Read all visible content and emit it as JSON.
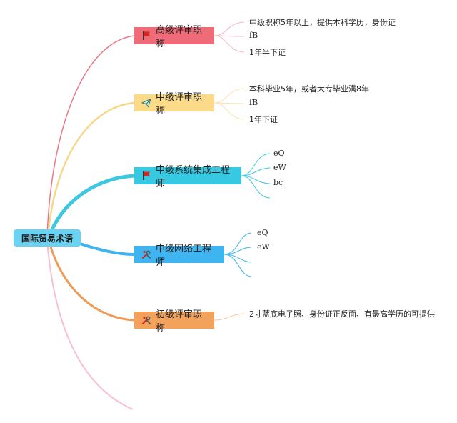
{
  "root": {
    "label": "国际贸易术语",
    "color": "#6ad3f3"
  },
  "branches": [
    {
      "label": "高级评审职称",
      "icon": "red-flag-icon",
      "color": "#f06b78",
      "leaves": [
        "中级职称5年以上，提供本科学历，身份证",
        "fB",
        "1年半下证"
      ]
    },
    {
      "label": "中级评审职称",
      "icon": "paper-plane-icon",
      "color": "#fbdb8a",
      "leaves": [
        "本科毕业5年，或者大专毕业满8年",
        "fB",
        "1年下证"
      ]
    },
    {
      "label": "中级系统集成工程师",
      "icon": "red-flag-icon",
      "color": "#38c9e2",
      "leaves": [
        "eQ",
        "eW",
        "bc"
      ]
    },
    {
      "label": "中级网络工程师",
      "icon": "tools-icon",
      "color": "#3eb4f0",
      "leaves": [
        "eQ",
        "eW"
      ]
    },
    {
      "label": "初级评审职称",
      "icon": "tools-icon",
      "color": "#f3a25c",
      "leaves": [
        "2寸蓝底电子照、身份证正反面、有最高学历的可提供"
      ]
    }
  ],
  "edge_colors": {
    "branch_1": "#e87887",
    "branch_2": "#f7d88a",
    "branch_3": "#3ec8e0",
    "branch_4": "#3eb4f0",
    "branch_5": "#ef9a55",
    "tail": "#f8bfd2"
  }
}
